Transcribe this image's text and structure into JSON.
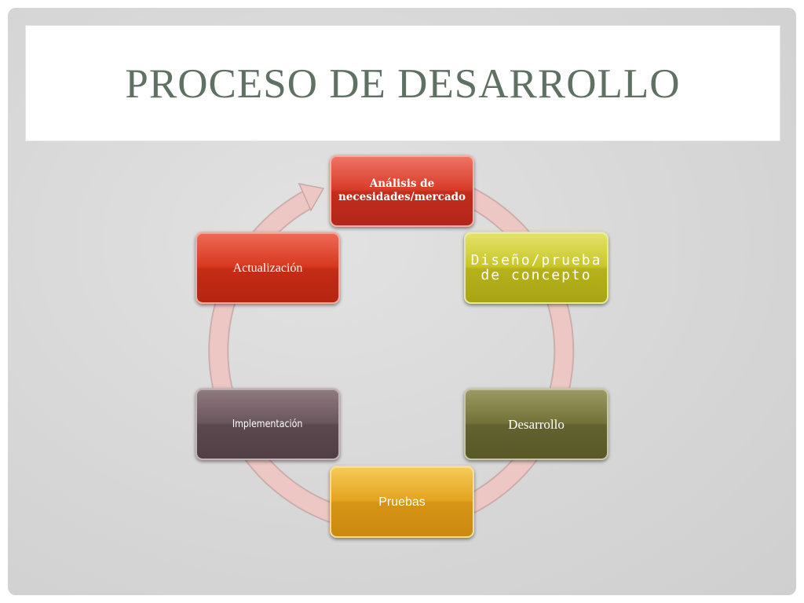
{
  "slide": {
    "title": "PROCESO DE DESARROLLO"
  },
  "cycle": {
    "arrow_color": "#ecc7c3",
    "arrow_stroke": "#c9a7a3",
    "nodes": [
      {
        "label": "Análisis de necesidades/mercado",
        "color": "#c32d1c"
      },
      {
        "label": "Diseño/prueba de concepto",
        "color": "#b6b21b"
      },
      {
        "label": "Desarrollo",
        "color": "#626230"
      },
      {
        "label": "Pruebas",
        "color": "#d59415"
      },
      {
        "label": "Implementación",
        "color": "#5b484f"
      },
      {
        "label": "Actualización",
        "color": "#c42c15"
      }
    ]
  }
}
